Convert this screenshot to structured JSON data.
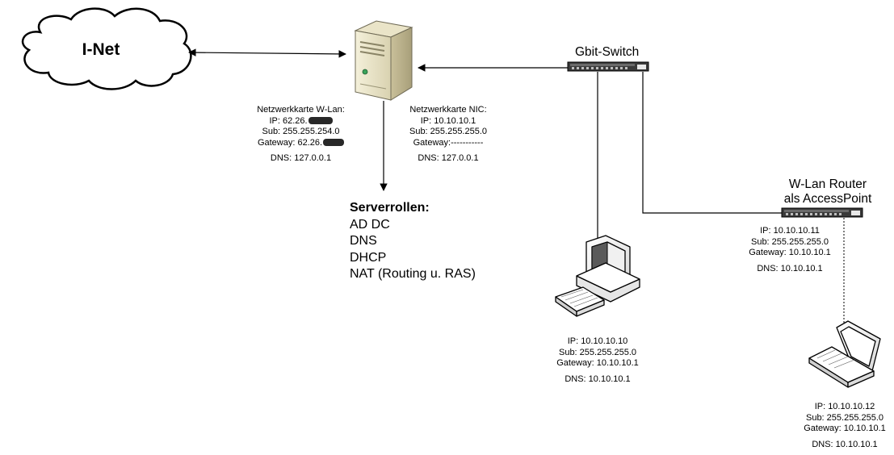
{
  "inet": {
    "label": "I-Net"
  },
  "switch": {
    "label": "Gbit-Switch"
  },
  "router": {
    "label_line1": "W-Lan Router",
    "label_line2": "als AccessPoint"
  },
  "server_wlan": {
    "heading": "Netzwerkkarte W-Lan:",
    "ip": "IP: 62.26.",
    "sub": "Sub: 255.255.254.0",
    "gateway": "Gateway: 62.26.",
    "dns": "DNS: 127.0.0.1"
  },
  "server_nic": {
    "heading": "Netzwerkkarte NIC:",
    "ip": "IP: 10.10.10.1",
    "sub": "Sub: 255.255.255.0",
    "gateway": "Gateway:-----------",
    "dns": "DNS: 127.0.0.1"
  },
  "roles": {
    "title": "Serverrollen:",
    "items": [
      "AD DC",
      "DNS",
      "DHCP",
      "NAT (Routing u. RAS)"
    ]
  },
  "router_cfg": {
    "ip": "IP: 10.10.10.11",
    "sub": "Sub: 255.255.255.0",
    "gateway": "Gateway: 10.10.10.1",
    "dns": "DNS: 10.10.10.1"
  },
  "pc_cfg": {
    "ip": "IP: 10.10.10.10",
    "sub": "Sub: 255.255.255.0",
    "gateway": "Gateway: 10.10.10.1",
    "dns": "DNS: 10.10.10.1"
  },
  "laptop_cfg": {
    "ip": "IP: 10.10.10.12",
    "sub": "Sub: 255.255.255.0",
    "gateway": "Gateway: 10.10.10.1",
    "dns": "DNS: 10.10.10.1"
  }
}
